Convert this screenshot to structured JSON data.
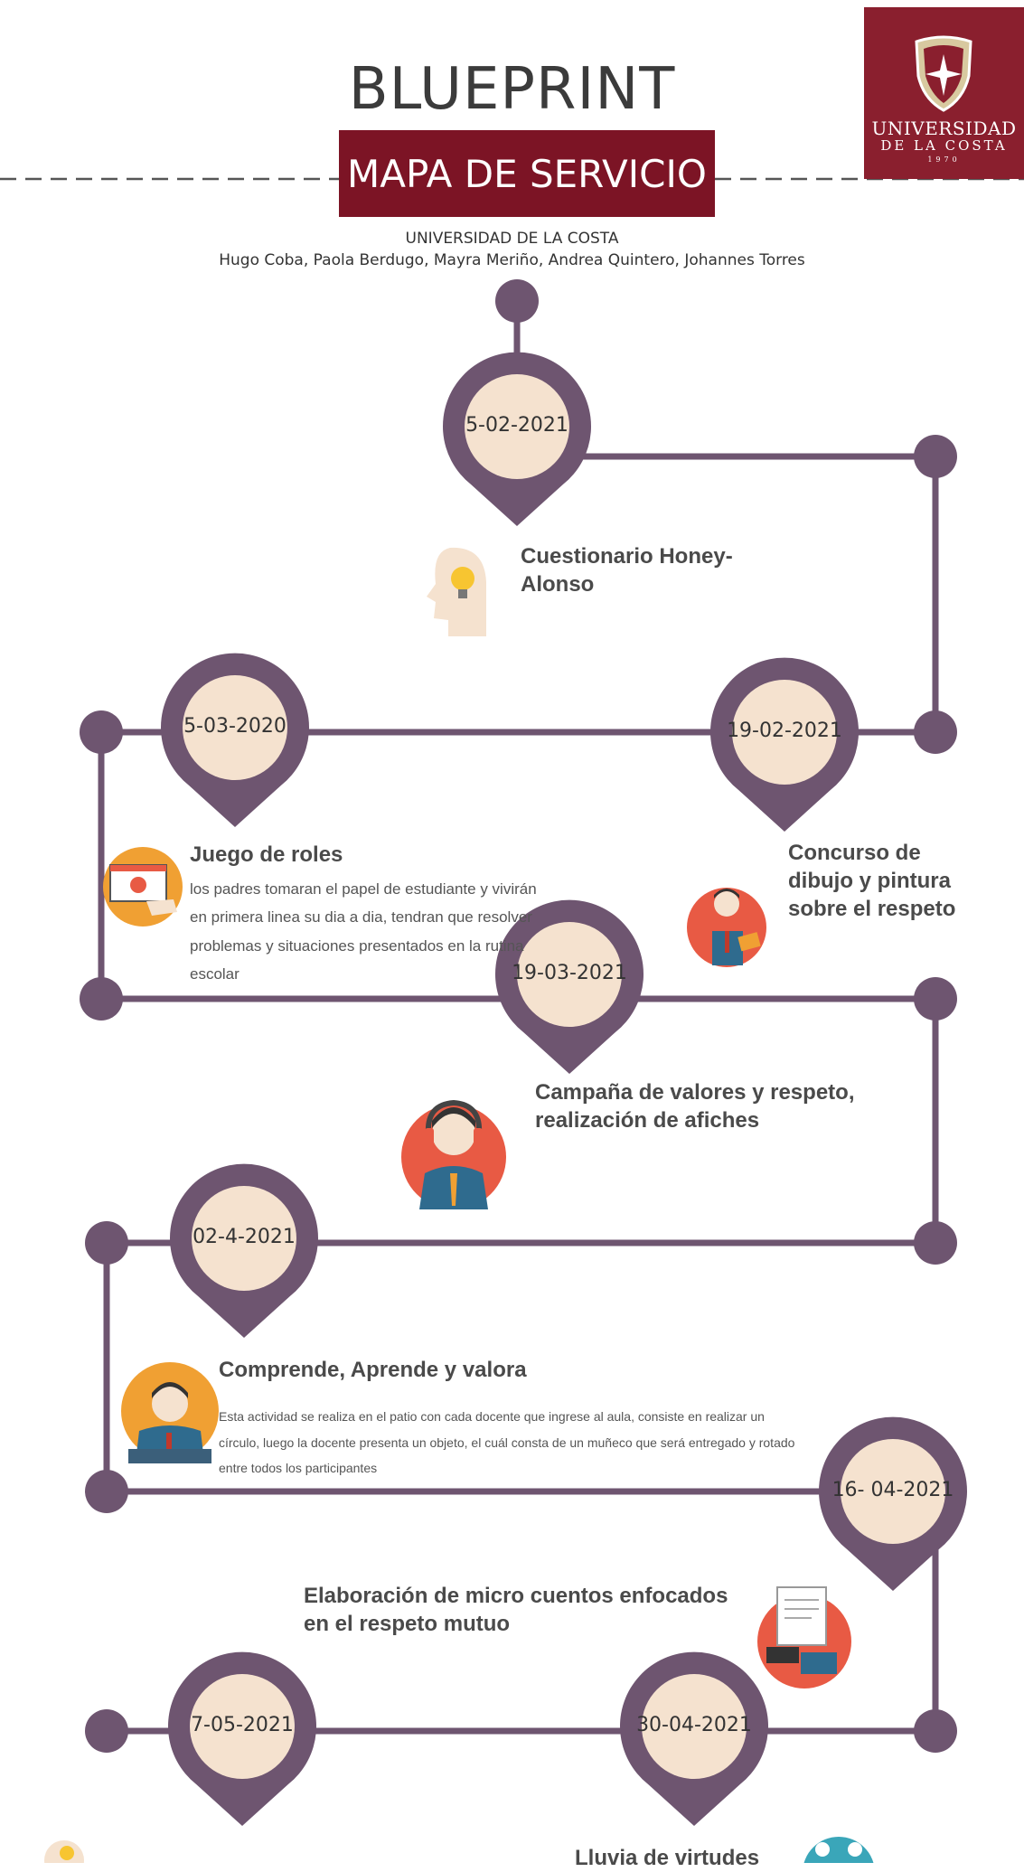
{
  "header": {
    "title": "BLUEPRINT",
    "banner": "MAPA DE SERVICIO",
    "institution": "UNIVERSIDAD DE LA COSTA",
    "authors": "Hugo Coba, Paola Berdugo, Mayra Meriño, Andrea Quintero, Johannes Torres"
  },
  "logo": {
    "wordmark_line1": "UNIVERSIDAD",
    "wordmark_line2": "DE LA COSTA",
    "year": "1970"
  },
  "colors": {
    "timeline": "#6e5570",
    "pin_inner": "#f5e2cf",
    "banner": "#7c1425",
    "logo_bg": "#8a1f2e"
  },
  "milestones": [
    {
      "date": "5-02-2021",
      "title": "Cuestionario Honey-\nAlonso",
      "icon": "lightbulb-head-icon"
    },
    {
      "date": "19-02-2021",
      "title": "Concurso de\ndibujo y pintura\nsobre el respeto",
      "icon": "businessman-icon"
    },
    {
      "date": "5-03-2020",
      "title": "Juego de roles",
      "description": "los padres tomaran el papel de estudiante y vivirán en primera linea su dia a dia, tendran que resolver problemas y situaciones presentados en la rutina escolar",
      "icon": "monitor-hand-icon"
    },
    {
      "date": "19-03-2021",
      "title": "Campaña de valores y respeto,\nrealización de afiches",
      "icon": "headset-agent-icon"
    },
    {
      "date": "02-4-2021",
      "title": "Comprende, Aprende y valora",
      "description": "Esta actividad se realiza en el patio con cada docente que ingrese al aula, consiste en realizar un círculo, luego la docente presenta un objeto, el cuál consta de un muñeco que será entregado y rotado entre todos los participantes",
      "icon": "speaker-podium-icon"
    },
    {
      "date": "16- 04-2021",
      "title": "Elaboración de micro cuentos enfocados\nen el respeto mutuo",
      "icon": "payment-document-icon"
    },
    {
      "date": "30-04-2021",
      "title": "Lluvia de virtudes",
      "icon": "network-icon"
    },
    {
      "date": "7-05-2021",
      "title": "",
      "icon": "lightbulb-head-icon"
    }
  ]
}
